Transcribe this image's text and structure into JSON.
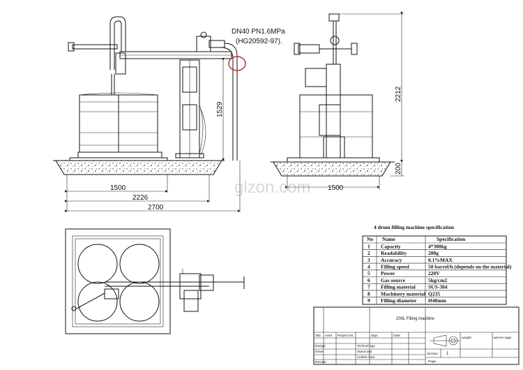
{
  "pipe_note": {
    "line1": "DN40  PN1.6MPa",
    "line2": "(HG20592-97)."
  },
  "front_view": {
    "dim_height": "1529",
    "dim_base": "1500",
    "dim_mid": "2226",
    "dim_total": "2700"
  },
  "side_view": {
    "dim_height": "2212",
    "dim_base_h": "200",
    "dim_base": "1500"
  },
  "watermark": "glzon.com",
  "spec_table": {
    "title": "4 drum filling machine specification",
    "header": {
      "no": "No",
      "name": "Name",
      "spec": "Specification"
    },
    "rows": [
      {
        "no": "1",
        "name": "Capacity",
        "spec": "4*300kg"
      },
      {
        "no": "2",
        "name": "Readability",
        "spec": "200g"
      },
      {
        "no": "3",
        "name": "Accuracy",
        "spec": "0.1%MAX"
      },
      {
        "no": "4",
        "name": "Filling speed",
        "spec": "50 barrel/h (depends on the material)"
      },
      {
        "no": "5",
        "name": "Power",
        "spec": "220V"
      },
      {
        "no": "6",
        "name": "Gas source",
        "spec": "5kg/cm2"
      },
      {
        "no": "7",
        "name": "Filling material",
        "spec": "SUS-304"
      },
      {
        "no": "8",
        "name": "Machinery material",
        "spec": "Q235"
      },
      {
        "no": "9",
        "name": "Filling diameter",
        "spec": "Ø40mm"
      }
    ]
  },
  "title_block": {
    "drawing_title": "200L Filling machine",
    "tab": "Tab",
    "area": "Area",
    "project_no": "Project No.",
    "sign": "Sign",
    "date": "Date",
    "design": "Design",
    "technol": "Technol ogy",
    "draw": "Draw",
    "stand": "Stand ard",
    "review": "Review",
    "mother": "mother ized",
    "weight": "weight",
    "percent": "percen tage",
    "scale_label": "Version",
    "scale_value": "1",
    "page": "Page"
  }
}
